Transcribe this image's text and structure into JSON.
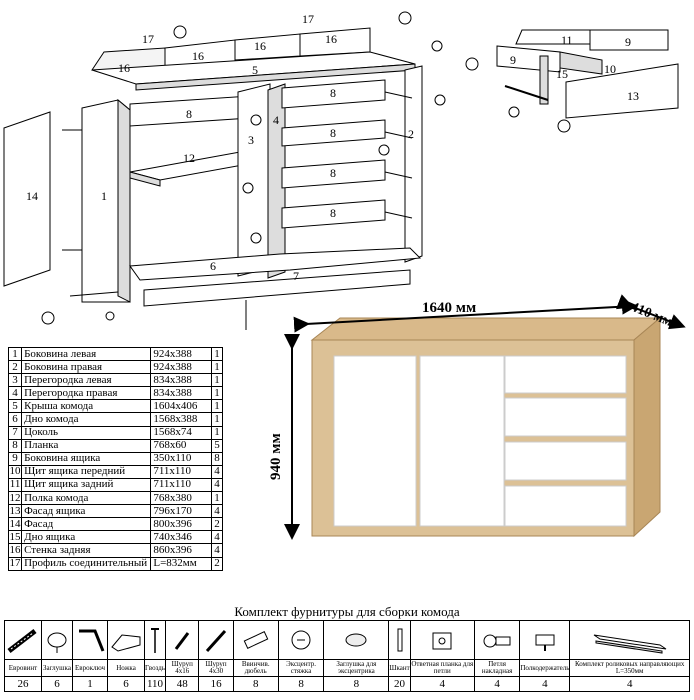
{
  "dimensions": {
    "width": "1640 мм",
    "depth": "410 мм",
    "height": "940 мм"
  },
  "callouts": {
    "c1": "1",
    "c2": "2",
    "c3": "3",
    "c4": "4",
    "c5": "5",
    "c6": "6",
    "c7": "7",
    "c8": "8",
    "c9": "9",
    "c10": "10",
    "c11": "11",
    "c12": "12",
    "c13": "13",
    "c14": "14",
    "c15": "15",
    "c16": "16",
    "c17": "17"
  },
  "parts_table": [
    {
      "n": "1",
      "name": "Боковина левая",
      "size": "924x388",
      "qty": "1"
    },
    {
      "n": "2",
      "name": "Боковина правая",
      "size": "924x388",
      "qty": "1"
    },
    {
      "n": "3",
      "name": "Перегородка левая",
      "size": "834x388",
      "qty": "1"
    },
    {
      "n": "4",
      "name": "Перегородка правая",
      "size": "834x388",
      "qty": "1"
    },
    {
      "n": "5",
      "name": "Крыша комода",
      "size": "1604x406",
      "qty": "1"
    },
    {
      "n": "6",
      "name": "Дно комода",
      "size": "1568x388",
      "qty": "1"
    },
    {
      "n": "7",
      "name": "Цоколь",
      "size": "1568x74",
      "qty": "1"
    },
    {
      "n": "8",
      "name": "Планка",
      "size": "768x60",
      "qty": "5"
    },
    {
      "n": "9",
      "name": "Боковина ящика",
      "size": "350x110",
      "qty": "8"
    },
    {
      "n": "10",
      "name": "Щит ящика передний",
      "size": "711x110",
      "qty": "4"
    },
    {
      "n": "11",
      "name": "Щит ящика задний",
      "size": "711x110",
      "qty": "4"
    },
    {
      "n": "12",
      "name": "Полка комода",
      "size": "768x380",
      "qty": "1"
    },
    {
      "n": "13",
      "name": "Фасад ящика",
      "size": "796x170",
      "qty": "4"
    },
    {
      "n": "14",
      "name": "Фасад",
      "size": "800x396",
      "qty": "2"
    },
    {
      "n": "15",
      "name": "Дно ящика",
      "size": "740x346",
      "qty": "4"
    },
    {
      "n": "16",
      "name": "Стенка задняя",
      "size": "860x396",
      "qty": "4"
    },
    {
      "n": "17",
      "name": "Профиль соединительный",
      "size": "L=832мм",
      "qty": "2"
    }
  ],
  "hardware": {
    "title": "Комплект фурнитуры для сборки комода",
    "items": [
      {
        "icon": "eurovint-screw-icon",
        "name": "Евровинт",
        "qty": "26"
      },
      {
        "icon": "cap-icon",
        "name": "Заглушка",
        "qty": "6"
      },
      {
        "icon": "hex-key-icon",
        "name": "Евроключ",
        "qty": "1"
      },
      {
        "icon": "foot-icon",
        "name": "Ножка",
        "qty": "6"
      },
      {
        "icon": "nail-icon",
        "name": "Гвоздь",
        "qty": "110"
      },
      {
        "icon": "small-screw-icon",
        "name": "Шуруп 4x16",
        "qty": "48"
      },
      {
        "icon": "screw-icon",
        "name": "Шуруп 4x30",
        "qty": "16"
      },
      {
        "icon": "dowel-icon",
        "name": "Ввинчив. дюбель",
        "qty": "8"
      },
      {
        "icon": "cam-tie-icon",
        "name": "Эксцентр. стяжка",
        "qty": "8"
      },
      {
        "icon": "cam-cap-icon",
        "name": "Заглушка для эксцентрика",
        "qty": "8"
      },
      {
        "icon": "pin-icon",
        "name": "Шкант",
        "qty": "20"
      },
      {
        "icon": "hinge-plate-icon",
        "name": "Ответная планка для петли",
        "qty": "4"
      },
      {
        "icon": "hinge-icon",
        "name": "Петля накладная",
        "qty": "4"
      },
      {
        "icon": "shelf-support-icon",
        "name": "Полкодержатель",
        "qty": "4"
      },
      {
        "icon": "drawer-slide-icon",
        "name": "Комплект роликовых направляющих L=350мм",
        "qty": "4"
      }
    ]
  }
}
